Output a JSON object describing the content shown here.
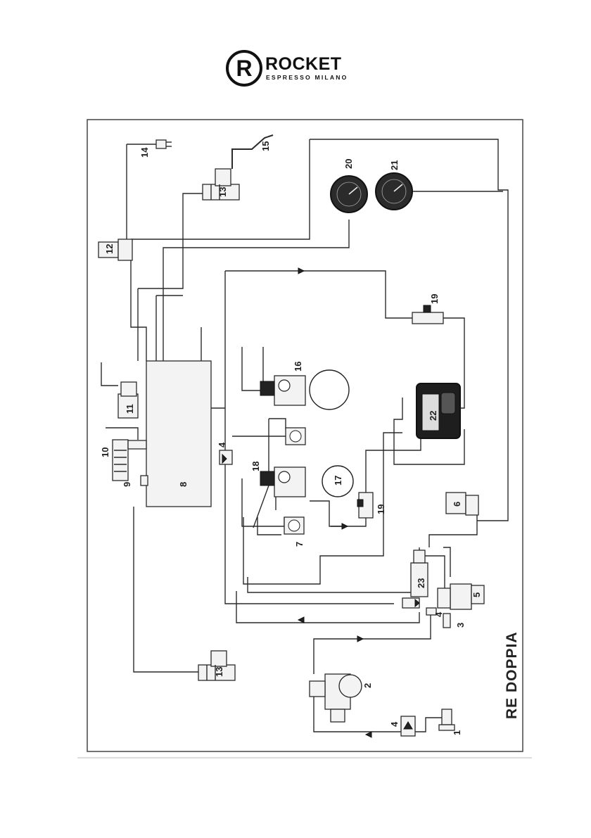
{
  "brand": {
    "name": "ROCKET",
    "tagline": "ESPRESSO MILANO",
    "monogram": "R"
  },
  "diagram": {
    "title": "RE  DOPPIA",
    "labels": {
      "n1": "1",
      "n2": "2",
      "n3": "3",
      "n4a": "4",
      "n4b": "4",
      "n4c": "4",
      "n5": "5",
      "n6": "6",
      "n7": "7",
      "n8": "8",
      "n9": "9",
      "n10": "10",
      "n11": "11",
      "n12": "12",
      "n13a": "13",
      "n13b": "13",
      "n14": "14",
      "n15": "15",
      "n16": "16",
      "n17": "17",
      "n18": "18",
      "n19a": "19",
      "n19b": "19",
      "n20": "20",
      "n21": "21",
      "n22": "22",
      "n23": "23"
    }
  }
}
